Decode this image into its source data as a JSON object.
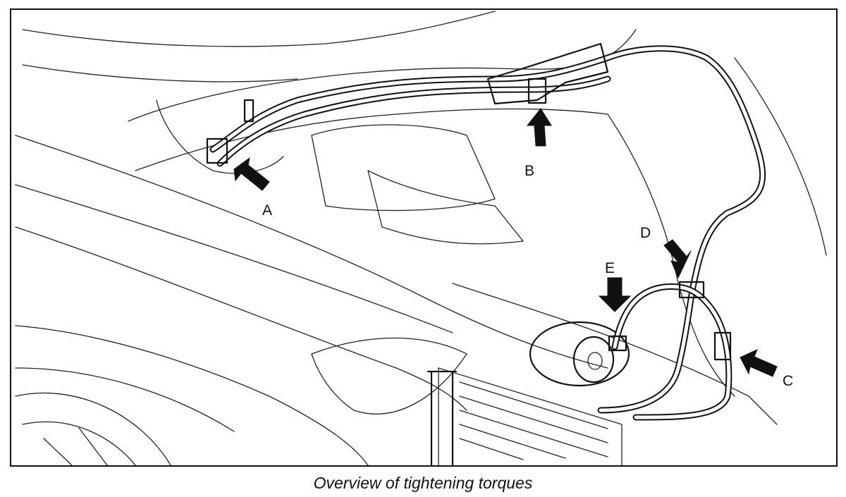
{
  "caption": "Overview of tightening torques",
  "labels": {
    "a": "A",
    "b": "B",
    "c": "C",
    "d": "D",
    "e": "E"
  }
}
